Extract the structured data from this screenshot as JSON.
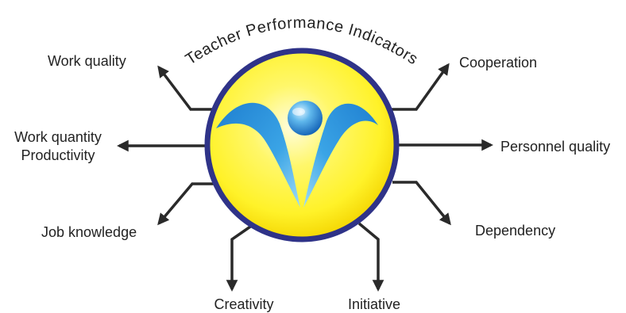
{
  "title": "Teacher Performance Indicators",
  "colors": {
    "arrow": "#2a2a2a",
    "circle_ring": "#2f3388",
    "circle_fill_light": "#fffde0",
    "circle_fill": "#fff229",
    "circle_fill_edge": "#f3d400",
    "logo_blue": "#1f7fd0",
    "logo_blue_light": "#8fd3f6",
    "label_text": "#222222"
  },
  "center": {
    "logo": "teacher-figure-logo"
  },
  "indicators": [
    {
      "id": "work-quality",
      "label": "Work quality"
    },
    {
      "id": "cooperation",
      "label": "Cooperation"
    },
    {
      "id": "work-quantity",
      "label": "Work quantity"
    },
    {
      "id": "productivity",
      "label": "Productivity"
    },
    {
      "id": "personnel-quality",
      "label": "Personnel quality"
    },
    {
      "id": "job-knowledge",
      "label": "Job knowledge"
    },
    {
      "id": "dependency",
      "label": "Dependency"
    },
    {
      "id": "creativity",
      "label": "Creativity"
    },
    {
      "id": "initiative",
      "label": "Initiative"
    }
  ]
}
